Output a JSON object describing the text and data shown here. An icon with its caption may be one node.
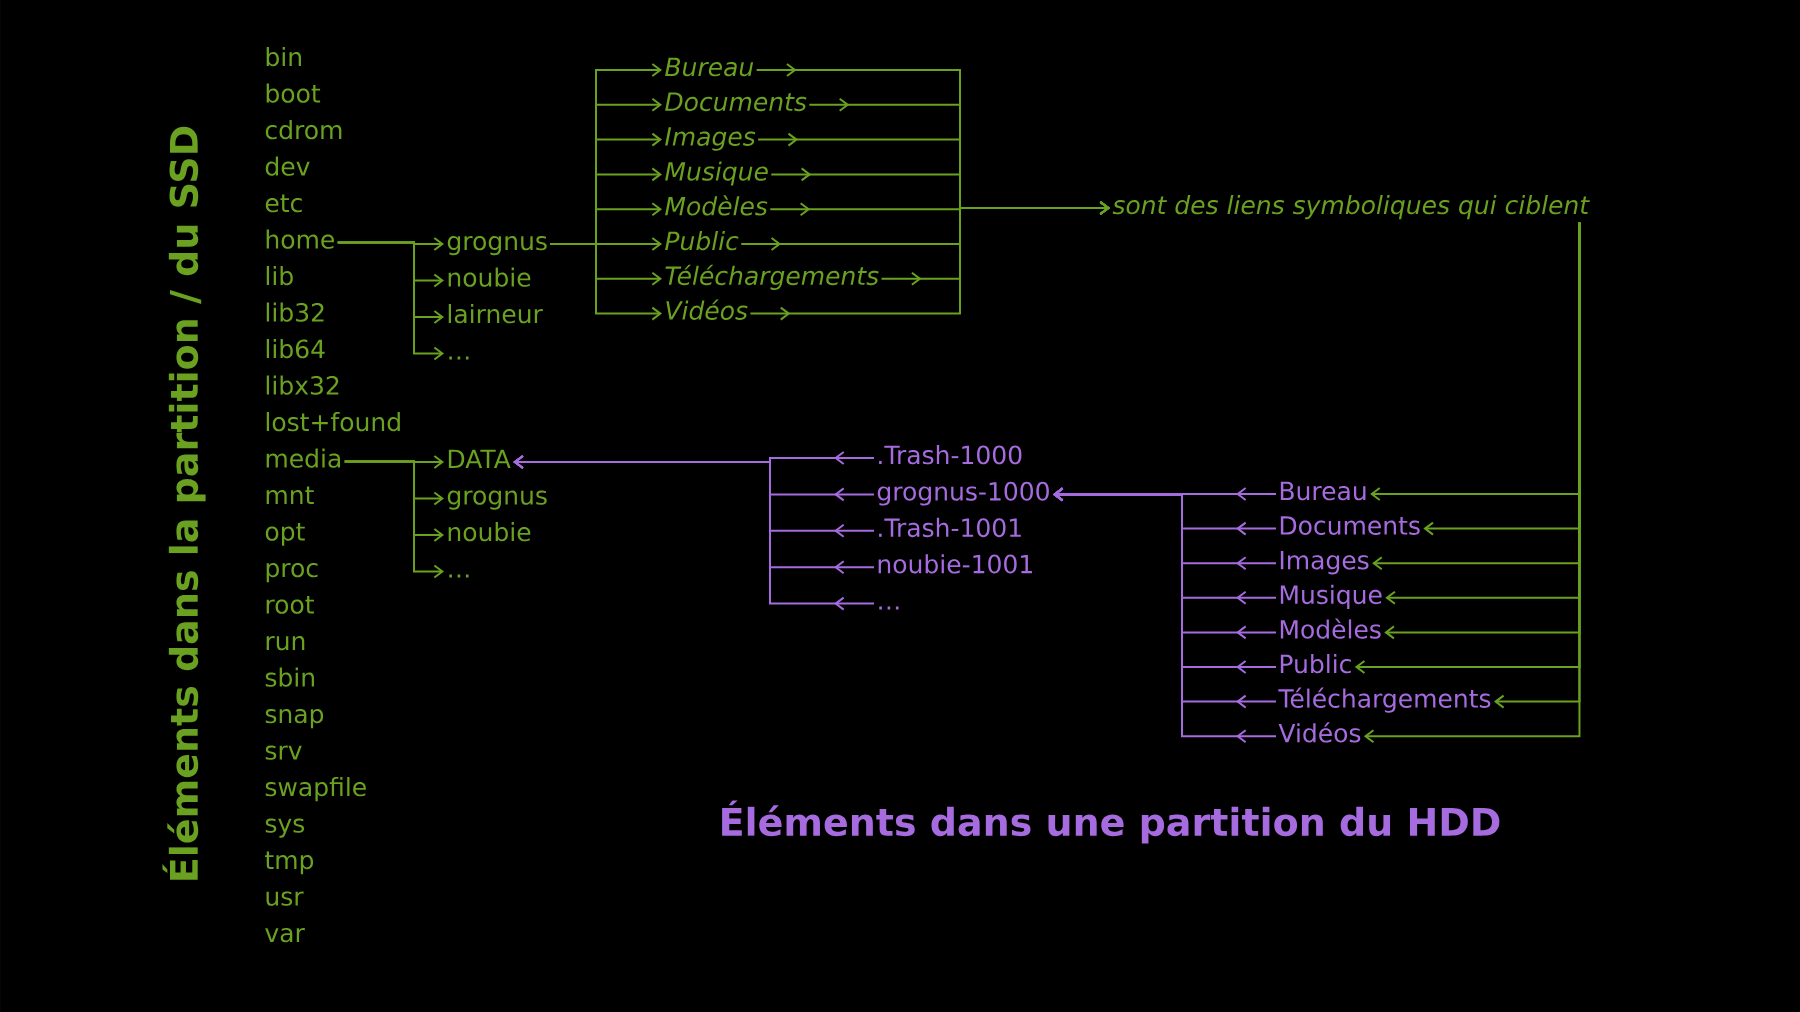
{
  "diagram": {
    "nodes": [
      {
        "text": [
          "bin"
        ]
      },
      {
        "text": [
          "boot"
        ]
      },
      {
        "text": [
          "cdrom"
        ]
      },
      {
        "text": [
          "dev"
        ]
      },
      {
        "text": [
          "etc"
        ]
      },
      {
        "text": [
          "home"
        ]
      },
      {
        "text": [
          "lib"
        ]
      },
      {
        "text": [
          "lib32"
        ]
      },
      {
        "text": [
          "lib64"
        ]
      },
      {
        "text": [
          "libx32"
        ]
      },
      {
        "text": [
          "lost+found"
        ]
      },
      {
        "text": [
          "media"
        ]
      },
      {
        "text": [
          "mnt"
        ]
      },
      {
        "text": [
          "opt"
        ]
      },
      {
        "text": [
          "proc"
        ]
      },
      {
        "text": [
          "root"
        ]
      },
      {
        "text": [
          "run"
        ]
      },
      {
        "text": [
          "sbin"
        ]
      },
      {
        "text": [
          "snap"
        ]
      },
      {
        "text": [
          "srv"
        ]
      },
      {
        "text": [
          "swapfile"
        ]
      },
      {
        "text": [
          "sys"
        ]
      },
      {
        "text": [
          "tmp"
        ]
      },
      {
        "text": [
          "usr"
        ]
      },
      {
        "text": [
          "var"
        ]
      },
      {
        "text": [
          "grognus"
        ]
      },
      {
        "text": [
          "noubie"
        ]
      },
      {
        "text": [
          "lairneur"
        ]
      },
      {
        "text": [
          "…"
        ]
      },
      {
        "text": [
          "Bureau"
        ]
      },
      {
        "text": [
          "Documents"
        ]
      },
      {
        "text": [
          "Images"
        ]
      },
      {
        "text": [
          "Musique"
        ]
      },
      {
        "text": [
          "Modèles"
        ]
      },
      {
        "text": [
          "Public"
        ]
      },
      {
        "text": [
          "Téléchargements"
        ]
      },
      {
        "text": [
          "Vidéos"
        ]
      },
      {
        "text": [
          "sont des liens symboliques qui ciblent"
        ]
      },
      {
        "text": [
          "DATA"
        ]
      },
      {
        "text": [
          "grognus"
        ]
      },
      {
        "text": [
          "noubie"
        ]
      },
      {
        "text": [
          "…"
        ]
      },
      {
        "text": [
          ".Trash-1000"
        ]
      },
      {
        "text": [
          "grognus-1000"
        ]
      },
      {
        "text": [
          ".Trash-1001"
        ]
      },
      {
        "text": [
          "noubie-1001"
        ]
      },
      {
        "text": [
          "…"
        ]
      },
      {
        "text": [
          "Bureau"
        ]
      },
      {
        "text": [
          "Documents"
        ]
      },
      {
        "text": [
          "Images"
        ]
      },
      {
        "text": [
          "Musique"
        ]
      },
      {
        "text": [
          "Modèles"
        ]
      },
      {
        "text": [
          "Public"
        ]
      },
      {
        "text": [
          "Téléchargements"
        ]
      },
      {
        "text": [
          "Vidéos"
        ]
      }
    ],
    "edges": [
      {
        "from": 5,
        "to": 25,
        "arrow": "to"
      },
      {
        "from": 5,
        "to": 26,
        "arrow": "to"
      },
      {
        "from": 5,
        "to": 27,
        "arrow": "to"
      },
      {
        "from": 5,
        "to": 28,
        "arrow": "to"
      },
      {
        "from": 25,
        "to": 29,
        "arrow": "to"
      },
      {
        "from": 25,
        "to": 30,
        "arrow": "to"
      },
      {
        "from": 25,
        "to": 31,
        "arrow": "to"
      },
      {
        "from": 25,
        "to": 32,
        "arrow": "to"
      },
      {
        "from": 25,
        "to": 33,
        "arrow": "to"
      },
      {
        "from": 25,
        "to": 34,
        "arrow": "to"
      },
      {
        "from": 25,
        "to": 35,
        "arrow": "to"
      },
      {
        "from": 25,
        "to": 36,
        "arrow": "to"
      },
      {
        "from": 29,
        "to": 37,
        "arrow": "to"
      },
      {
        "from": 30,
        "to": 37,
        "arrow": "to"
      },
      {
        "from": 31,
        "to": 37,
        "arrow": "to"
      },
      {
        "from": 32,
        "to": 37,
        "arrow": "to"
      },
      {
        "from": 33,
        "to": 37,
        "arrow": "to"
      },
      {
        "from": 34,
        "to": 37,
        "arrow": "to"
      },
      {
        "from": 35,
        "to": 37,
        "arrow": "to"
      },
      {
        "from": 36,
        "to": 37,
        "arrow": "to"
      },
      {
        "from": 37,
        "to": 47,
        "arrow": "to"
      },
      {
        "from": 37,
        "to": 48,
        "arrow": "to"
      },
      {
        "from": 37,
        "to": 49,
        "arrow": "to"
      },
      {
        "from": 37,
        "to": 50,
        "arrow": "to"
      },
      {
        "from": 37,
        "to": 51,
        "arrow": "to"
      },
      {
        "from": 37,
        "to": 52,
        "arrow": "to"
      },
      {
        "from": 37,
        "to": 53,
        "arrow": "to"
      },
      {
        "from": 37,
        "to": 54,
        "arrow": "to"
      },
      {
        "from": 11,
        "to": 38,
        "arrow": "to"
      },
      {
        "from": 11,
        "to": 39,
        "arrow": "to"
      },
      {
        "from": 11,
        "to": 40,
        "arrow": "to"
      },
      {
        "from": 11,
        "to": 41,
        "arrow": "to"
      },
      {
        "from": 42,
        "to": 38,
        "arrow": "to",
        "color": "#a66bdf"
      },
      {
        "from": 43,
        "to": 38,
        "arrow": "to",
        "color": "#a66bdf"
      },
      {
        "from": 44,
        "to": 38,
        "arrow": "to",
        "color": "#a66bdf"
      },
      {
        "from": 45,
        "to": 38,
        "arrow": "to",
        "color": "#a66bdf"
      },
      {
        "from": 46,
        "to": 38,
        "arrow": "to",
        "color": "#a66bdf"
      },
      {
        "from": 47,
        "to": 43,
        "arrow": "to",
        "color": "#a66bdf"
      },
      {
        "from": 48,
        "to": 43,
        "arrow": "to",
        "color": "#a66bdf"
      },
      {
        "from": 49,
        "to": 43,
        "arrow": "to",
        "color": "#a66bdf"
      },
      {
        "from": 50,
        "to": 43,
        "arrow": "to",
        "color": "#a66bdf"
      },
      {
        "from": 51,
        "to": 43,
        "arrow": "to",
        "color": "#a66bdf"
      },
      {
        "from": 52,
        "to": 43,
        "arrow": "to",
        "color": "#a66bdf"
      },
      {
        "from": 53,
        "to": 43,
        "arrow": "to",
        "color": "#a66bdf"
      },
      {
        "from": 54,
        "to": 43,
        "arrow": "to",
        "color": "#a66bdf"
      }
    ],
    "labels": [
      "Éléments dans la partition / du SSD",
      "Éléments dans une partition du HDD"
    ]
  }
}
